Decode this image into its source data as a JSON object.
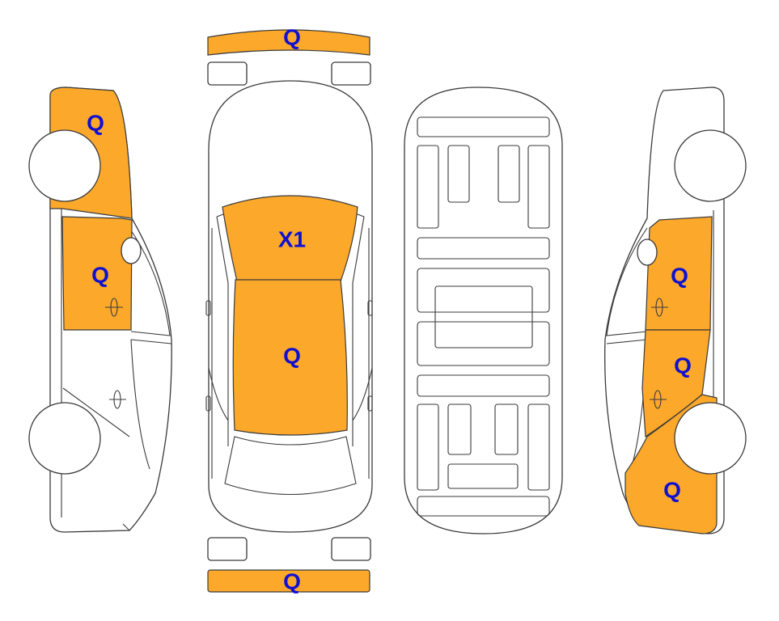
{
  "colors": {
    "damage_fill": "#FBA82B",
    "label_color": "#1010D0",
    "outline": "#3A3A3A"
  },
  "labels": {
    "front_bumper": "Q",
    "left_front_fender": "Q",
    "left_front_door": "Q",
    "hood": "X1",
    "roof": "Q",
    "right_front_door": "Q",
    "right_rear_door": "Q",
    "right_rear_quarter": "Q",
    "rear_bumper": "Q"
  }
}
